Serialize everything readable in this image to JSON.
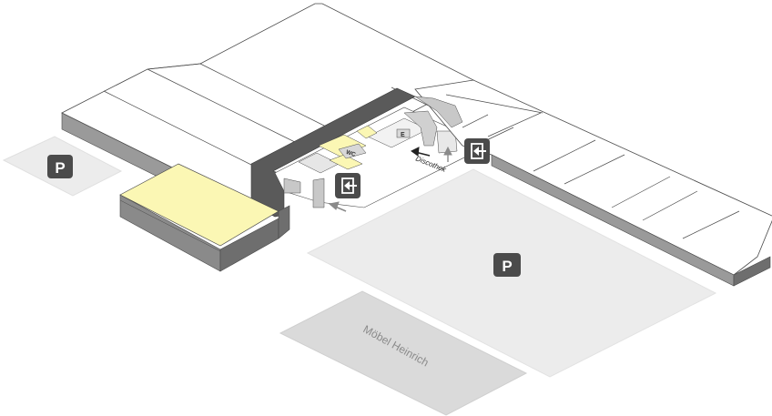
{
  "map": {
    "colors": {
      "roof": "#ffffff",
      "outline": "#4a4a4a",
      "wall_dark": "#6e6e6e",
      "wall_mid": "#9a9a9a",
      "wall_light": "#c8c8c8",
      "parking": "#ececec",
      "neighbor_store": "#dadada",
      "highlight": "#fbf7b4",
      "corridor": "#5a5a5a",
      "icon_bg": "#4b4b4b",
      "icon_fg": "#ffffff",
      "arrow": "#8a8a8a"
    },
    "parking_labels": [
      "P",
      "P"
    ],
    "neighbor_store_label": "Möbel Heinrich",
    "discotheque_label": "Discothek",
    "wc_label": "WC",
    "elevator_label": "E",
    "entrance_icons": [
      "entrance-icon",
      "entrance-icon"
    ]
  }
}
